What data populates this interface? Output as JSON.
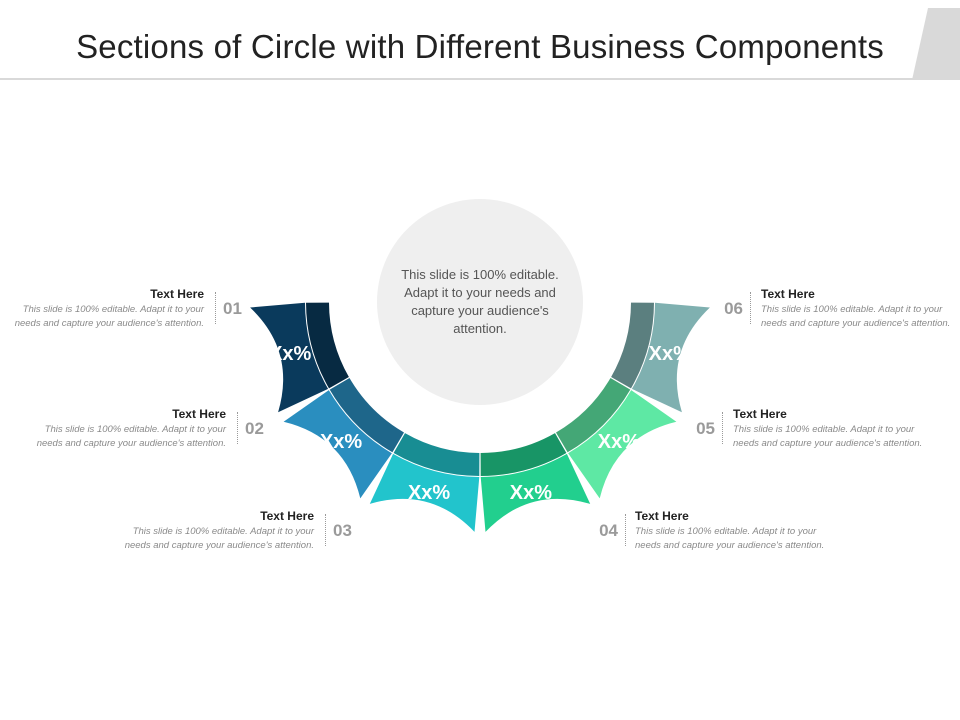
{
  "title": "Sections of Circle with Different Business Components",
  "center_text": "This slide is 100% editable. Adapt it to your needs and capture your audience's attention.",
  "colors": {
    "seg1": "#0a3a5c",
    "seg2": "#2a8ebf",
    "seg3": "#22c4cc",
    "seg4": "#22cf8e",
    "seg5": "#5ee8a4",
    "seg6": "#7fb0b0",
    "center": "#efefef",
    "title_rule": "#d9d9d9"
  },
  "segments": [
    {
      "number": "01",
      "percent": "Xx%",
      "title": "Text Here",
      "desc": "This slide is 100% editable. Adapt it to your needs and capture your audience's attention."
    },
    {
      "number": "02",
      "percent": "Xx%",
      "title": "Text Here",
      "desc": "This slide is 100% editable. Adapt it to your needs and capture your audience's attention."
    },
    {
      "number": "03",
      "percent": "Xx%",
      "title": "Text Here",
      "desc": "This slide is 100% editable. Adapt it to your needs and capture your audience's attention."
    },
    {
      "number": "04",
      "percent": "Xx%",
      "title": "Text Here",
      "desc": "This slide is 100% editable. Adapt it to your needs and capture your audience's attention."
    },
    {
      "number": "05",
      "percent": "Xx%",
      "title": "Text Here",
      "desc": "This slide is 100% editable. Adapt it to your needs and capture your audience's attention."
    },
    {
      "number": "06",
      "percent": "Xx%",
      "title": "Text Here",
      "desc": "This slide is 100% editable. Adapt it to your needs and capture your audience's attention."
    }
  ]
}
